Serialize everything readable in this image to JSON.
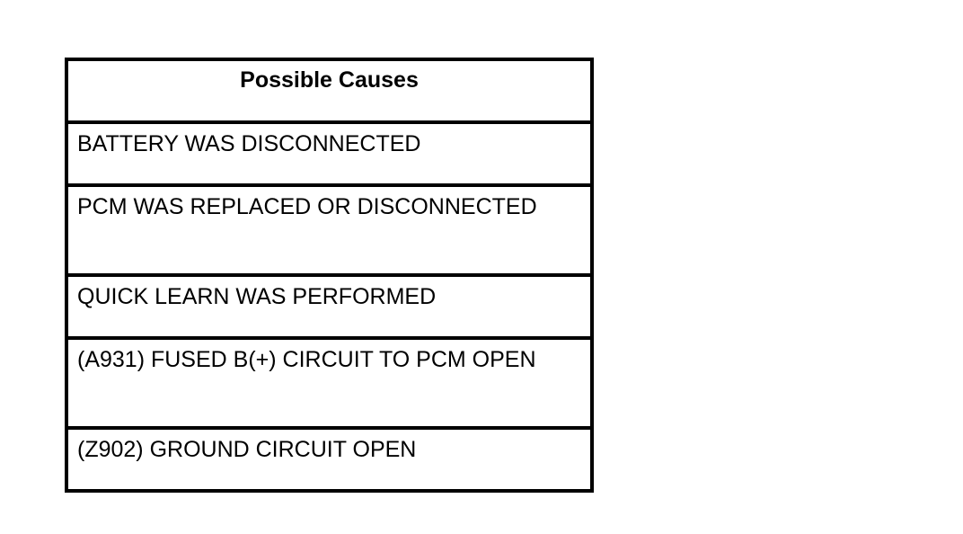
{
  "table": {
    "header": "Possible Causes",
    "rows": [
      "BATTERY WAS DISCONNECTED",
      "PCM WAS REPLACED OR DISCONNECTED",
      "QUICK LEARN WAS PERFORMED",
      "(A931) FUSED B(+) CIRCUIT TO PCM OPEN",
      "(Z902) GROUND CIRCUIT OPEN"
    ]
  }
}
